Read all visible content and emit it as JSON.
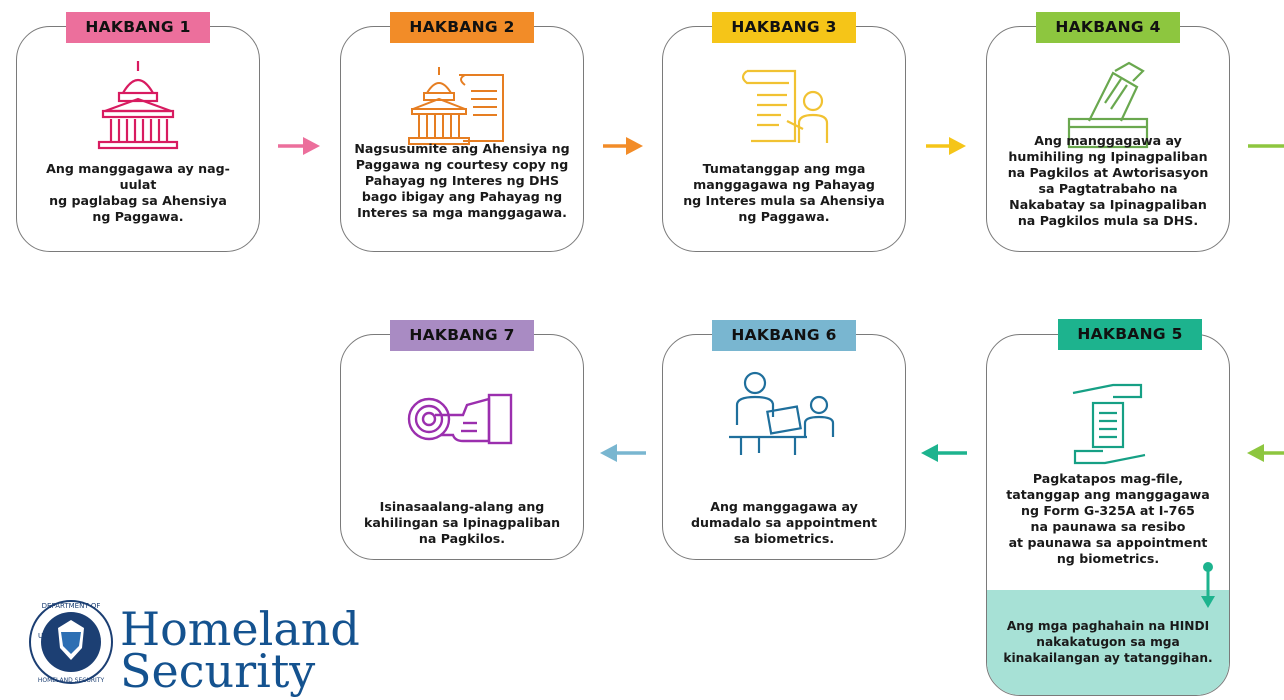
{
  "steps": [
    {
      "badge": "HAKBANG 1",
      "color": "#ec6f9c",
      "icon": "capitol-building-icon",
      "text": "Ang manggagawa ay nag-uulat\nng paglabag sa Ahensiya\nng Paggawa."
    },
    {
      "badge": "HAKBANG 2",
      "color": "#f28c28",
      "icon": "building-with-document-icon",
      "text": "Nagsusumite ang Ahensiya ng\nPaggawa ng courtesy copy ng\nPahayag ng Interes ng DHS\nbago ibigay ang Pahayag ng\nInteres sa mga manggagawa."
    },
    {
      "badge": "HAKBANG 3",
      "color": "#f5c518",
      "icon": "person-with-document-icon",
      "text": "Tumatanggap ang mga\nmanggagawa ng Pahayag\nng Interes mula sa Ahensiya\nng Paggawa."
    },
    {
      "badge": "HAKBANG 4",
      "color": "#8dc63f",
      "icon": "hand-ballot-icon",
      "text": "Ang manggagawa ay\nhumihiling ng Ipinagpaliban\nna Pagkilos at Awtorisasyon\nsa Pagtatrabaho na\nNakabatay sa Ipinagpaliban\nna Pagkilos mula sa DHS."
    },
    {
      "badge": "HAKBANG 5",
      "color": "#1db38e",
      "icon": "hands-document-icon",
      "text": "Pagkatapos mag-file,\ntatanggap ang manggagawa\nng Form G-325A at I-765\nna paunawa sa resibo\nat paunawa sa appointment\nng biometrics.",
      "note_before": "Ang mga paghahain na ",
      "note_hindi": "HINDI",
      "note_after": "nakakatugon sa mga\nkinakailangan ay tatanggihan."
    },
    {
      "badge": "HAKBANG 6",
      "color": "#79b6d0",
      "icon": "interview-people-icon",
      "text": "Ang manggagawa ay\ndumadalo sa appointment\nsa biometrics."
    },
    {
      "badge": "HAKBANG 7",
      "color": "#a98bc3",
      "icon": "hand-target-icon",
      "text": "Isinasaalang-alang ang\nkahilingan sa Ipinagpaliban\nna Pagkilos."
    }
  ],
  "logo": {
    "line1": "Homeland",
    "line2": "Security",
    "seal_top": "DEPARTMENT OF",
    "seal_left": "U.S.",
    "seal_bottom": "HOMELAND SECURITY"
  }
}
